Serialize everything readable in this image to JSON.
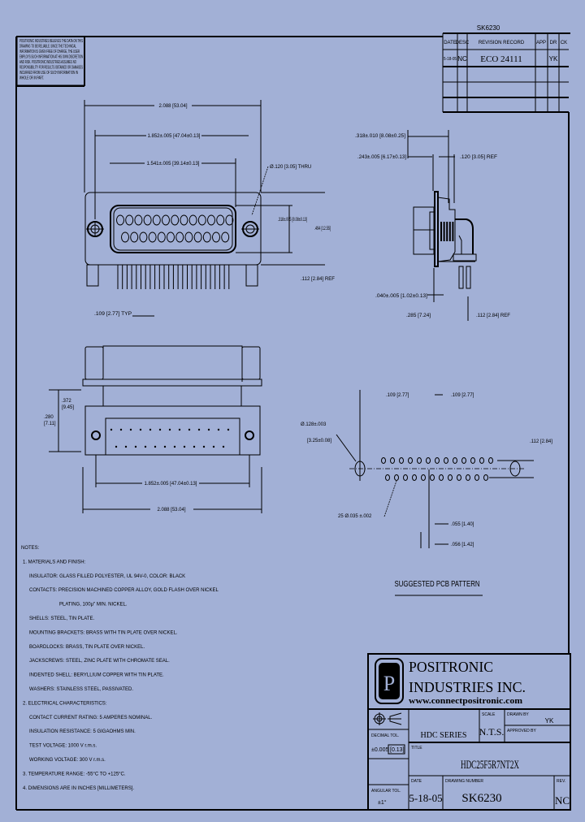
{
  "drawing_number_top": "SK6230",
  "disclaimer": [
    "POSITRONIC INDUSTRIES BELIEVES THE DATA ON THIS",
    "DRAWING TO BE RELIABLE. SINCE THE TECHNICAL",
    "INFORMATION IS GIVEN FREE OF CHARGE, THE USER",
    "EMPLOYS SUCH INFORMATION AT HIS OWN DISCRETION",
    "AND RISK. POSITRONIC INDUSTRIES ASSUMES NO",
    "RESPONSIBILITY FOR RESULTS OBTAINED OR DAMAGES",
    "INCURRED FROM USE OF SUCH INFORMATION IN",
    "WHOLE OR IN PART."
  ],
  "revision_table": {
    "headers": [
      "DATE",
      "DESC",
      "REVISION RECORD",
      "APP",
      "DR",
      "CK"
    ],
    "rows": [
      {
        "date": "5-18-05",
        "desc": "NC",
        "record": "ECO 24111",
        "app": "",
        "dr": "YK",
        "ck": ""
      }
    ]
  },
  "front_view": {
    "dim_overall": "2.088 [53.04]",
    "dim_mount": "1.852±.005 [47.04±0.13]",
    "dim_shell": "1.541±.005 [39.14±0.13]",
    "hole_callout": "Ø.120 [3.05] THRU",
    "dim_shell_height": ".318±.005 [8.08±0.13]",
    "dim_flange_height": ".494 [12.55]",
    "dim_tail": ".112 [2.84] REF",
    "dim_pitch": ".109 [2.77] TYP"
  },
  "side_view": {
    "dim_a": ".318±.010 [8.08±0.25]",
    "dim_b": ".243±.005 [6.17±0.13]",
    "dim_c": ".120 [3.05] REF",
    "dim_d": ".040±.005 [1.02±0.13]",
    "dim_e": ".285 [7.24]",
    "dim_f": ".112 [2.84] REF"
  },
  "bottom_view": {
    "dim_left_a": ".372",
    "dim_left_b": "[9.45]",
    "dim_left_c": ".280",
    "dim_left_d": "[7.11]",
    "dim_mount": "1.852±.005 [47.04±0.13]",
    "dim_overall": "2.088 [53.04]"
  },
  "pcb_pattern": {
    "dim_a": ".109 [2.77]",
    "dim_b": ".109 [2.77]",
    "hole_callout_1": "Ø.128±.003",
    "hole_callout_2": "[3.25±0.08]",
    "pin_callout": "25 Ø.035 ±.002",
    "dim_row": ".112 [2.84]",
    "dim_c": ".055 [1.40]",
    "dim_d": ".056 [1.42]",
    "title": "SUGGESTED PCB PATTERN"
  },
  "notes": [
    "NOTES:",
    "1. MATERIALS AND FINISH:",
    "INSULATOR: GLASS FILLED POLYESTER, UL 94V-0, COLOR: BLACK",
    "CONTACTS: PRECISION MACHINED COPPER ALLOY, GOLD FLASH OVER NICKEL",
    "PLATING, 100μ\" MIN. NICKEL.",
    "SHELLS: STEEL, TIN PLATE.",
    "MOUNTING BRACKETS: BRASS WITH TIN PLATE OVER NICKEL.",
    "BOARDLOCKS: BRASS, TIN PLATE OVER NICKEL.",
    "JACKSCREWS: STEEL, ZINC PLATE WITH CHROMATE SEAL.",
    "INDENTED SHELL: BERYLLIUM COPPER WITH TIN PLATE.",
    "WASHERS: STAINLESS STEEL, PASSIVATED.",
    "2. ELECTRICAL CHARACTERISTICS:",
    "CONTACT CURRENT RATING: 5 AMPERES NOMINAL.",
    "INSULATION RESISTANCE: 5 GIGAOHMS MIN.",
    "TEST VOLTAGE: 1000 V r.m.s.",
    "WORKING VOLTAGE: 300 V r.m.s.",
    "3. TEMPERATURE RANGE: -55°C TO +125°C.",
    "4. DIMENSIONS ARE IN INCHES [MILLIMETERS]."
  ],
  "title_block": {
    "company_line1": "POSITRONIC",
    "company_line2": "INDUSTRIES INC.",
    "website": "www.connectpositronic.com",
    "logo_text": "P",
    "series": "HDC SERIES",
    "scale_label": "SCALE",
    "scale": "N.T.S.",
    "drawn_by_label": "DRAWN BY",
    "drawn_by": "YK",
    "approved_by_label": "APPROVED BY",
    "approved_by": "",
    "decimal_tol_label": "DECIMAL TOL.",
    "decimal_tol": "±0.005",
    "decimal_tol_mm": "[0.13]",
    "title_label": "TITLE",
    "title": "HDC25F5R7NT2X",
    "angular_tol_label": "ANGULAR TOL.",
    "angular_tol": "±1°",
    "date_label": "DATE",
    "date": "5-18-05",
    "drawing_number_label": "DRAWING NUMBER",
    "drawing_number": "SK6230",
    "rev_label": "REV.",
    "rev": "NC"
  }
}
